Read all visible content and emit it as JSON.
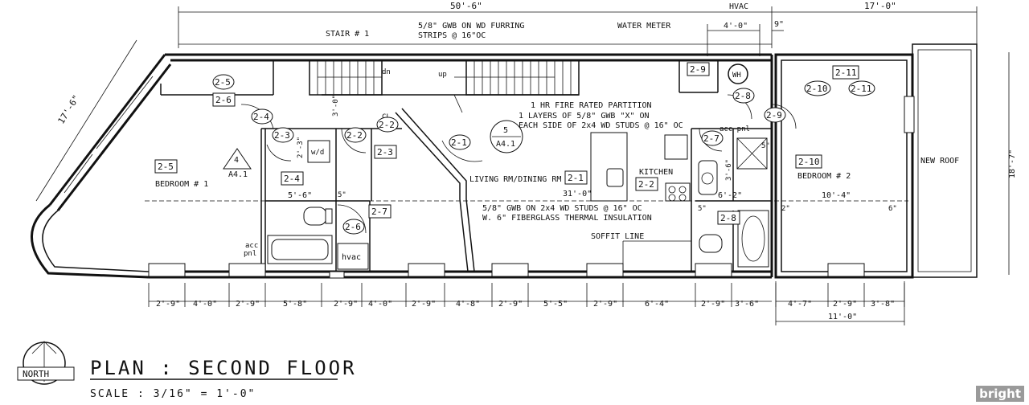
{
  "plan": {
    "title": "PLAN : SECOND FLOOR",
    "scale": "SCALE : 3/16\" = 1'-0\"",
    "north_label": "NORTH",
    "watermark": "bright"
  },
  "top_dimensions": {
    "overall": "50'-6\"",
    "hvac": "HVAC",
    "right": "17'-0\"",
    "hvac_width": "4'-0\"",
    "offset": "9\""
  },
  "side_dimensions": {
    "diagonal": "17'-6\"",
    "right": "18'-7\""
  },
  "notes": {
    "stair": "STAIR # 1",
    "gwb_furring_1": "5/8\" GWB ON WD FURRING",
    "gwb_furring_2": "STRIPS @ 16\"OC",
    "water_meter": "WATER METER",
    "fire_1": "1 HR FIRE RATED PARTITION",
    "fire_2": "1 LAYERS OF 5/8\" GWB \"X\" ON",
    "fire_3": "EACH SIDE OF 2x4 WD STUDS @ 16\" OC",
    "gwb_2x4_1": "5/8\" GWB ON 2x4 WD STUDS @ 16\" OC",
    "gwb_2x4_2": "W. 6\" FIBERGLASS THERMAL INSULATION",
    "soffit": "SOFFIT LINE",
    "new_roof": "NEW ROOF",
    "dn": "dn",
    "up": "up",
    "acc_pnl_1": "acc pnl",
    "acc_pnl_2": "acc",
    "acc_pnl_3": "pnl",
    "hvac": "hvac",
    "wd": "w/d",
    "wh": "WH",
    "cl": "CL"
  },
  "rooms": {
    "bedroom1": "BEDROOM # 1",
    "bedroom2": "BEDROOM # 2",
    "living": "LIVING RM/DINING RM",
    "kitchen": "KITCHEN",
    "living_dim": "31'-0\"",
    "bedroom2_dim": "10'-4\"",
    "bath_dim": "5'-6\"",
    "kitchen_dim": "6'-2\""
  },
  "small_dims": {
    "d3_0": "3'-0\"",
    "d2_3": "2'-3\"",
    "d5_a": "5\"",
    "d3_6": "3'-6\"",
    "d5_b": "5\"",
    "d2": "2\"",
    "d6": "6\"",
    "d5_c": "5\""
  },
  "tags": {
    "t25a": "2-5",
    "t26a": "2-6",
    "t24a": "2-4",
    "t23a": "2-3",
    "t22a": "2-2",
    "t23b": "2-3",
    "t21a": "2-1",
    "t25b": "2-5",
    "t24b": "2-4",
    "t26b": "2-6",
    "t27a": "2-7",
    "t21b": "2-1",
    "t22b": "2-2",
    "t27b": "2-7",
    "t28a": "2-8",
    "t29a": "2-9",
    "t29b": "2-9",
    "t28b": "2-8",
    "t210a": "2-10",
    "t211a": "2-11",
    "t210b": "2-10",
    "t211b": "2-11"
  },
  "section_marks": {
    "m4_num": "4",
    "m4_ref": "A4.1",
    "m5_num": "5",
    "m5_ref": "A4.1"
  },
  "bottom_dimensions": [
    "2'-9\"",
    "4'-0\"",
    "2'-9\"",
    "5'-8\"",
    "2'-9\"",
    "4'-0\"",
    "2'-9\"",
    "4'-8\"",
    "2'-9\"",
    "5'-5\"",
    "2'-9\"",
    "6'-4\"",
    "2'-9\"",
    "3'-6\"",
    "4'-7\"",
    "2'-9\"",
    "3'-8\""
  ],
  "bottom_total": "11'-0\""
}
